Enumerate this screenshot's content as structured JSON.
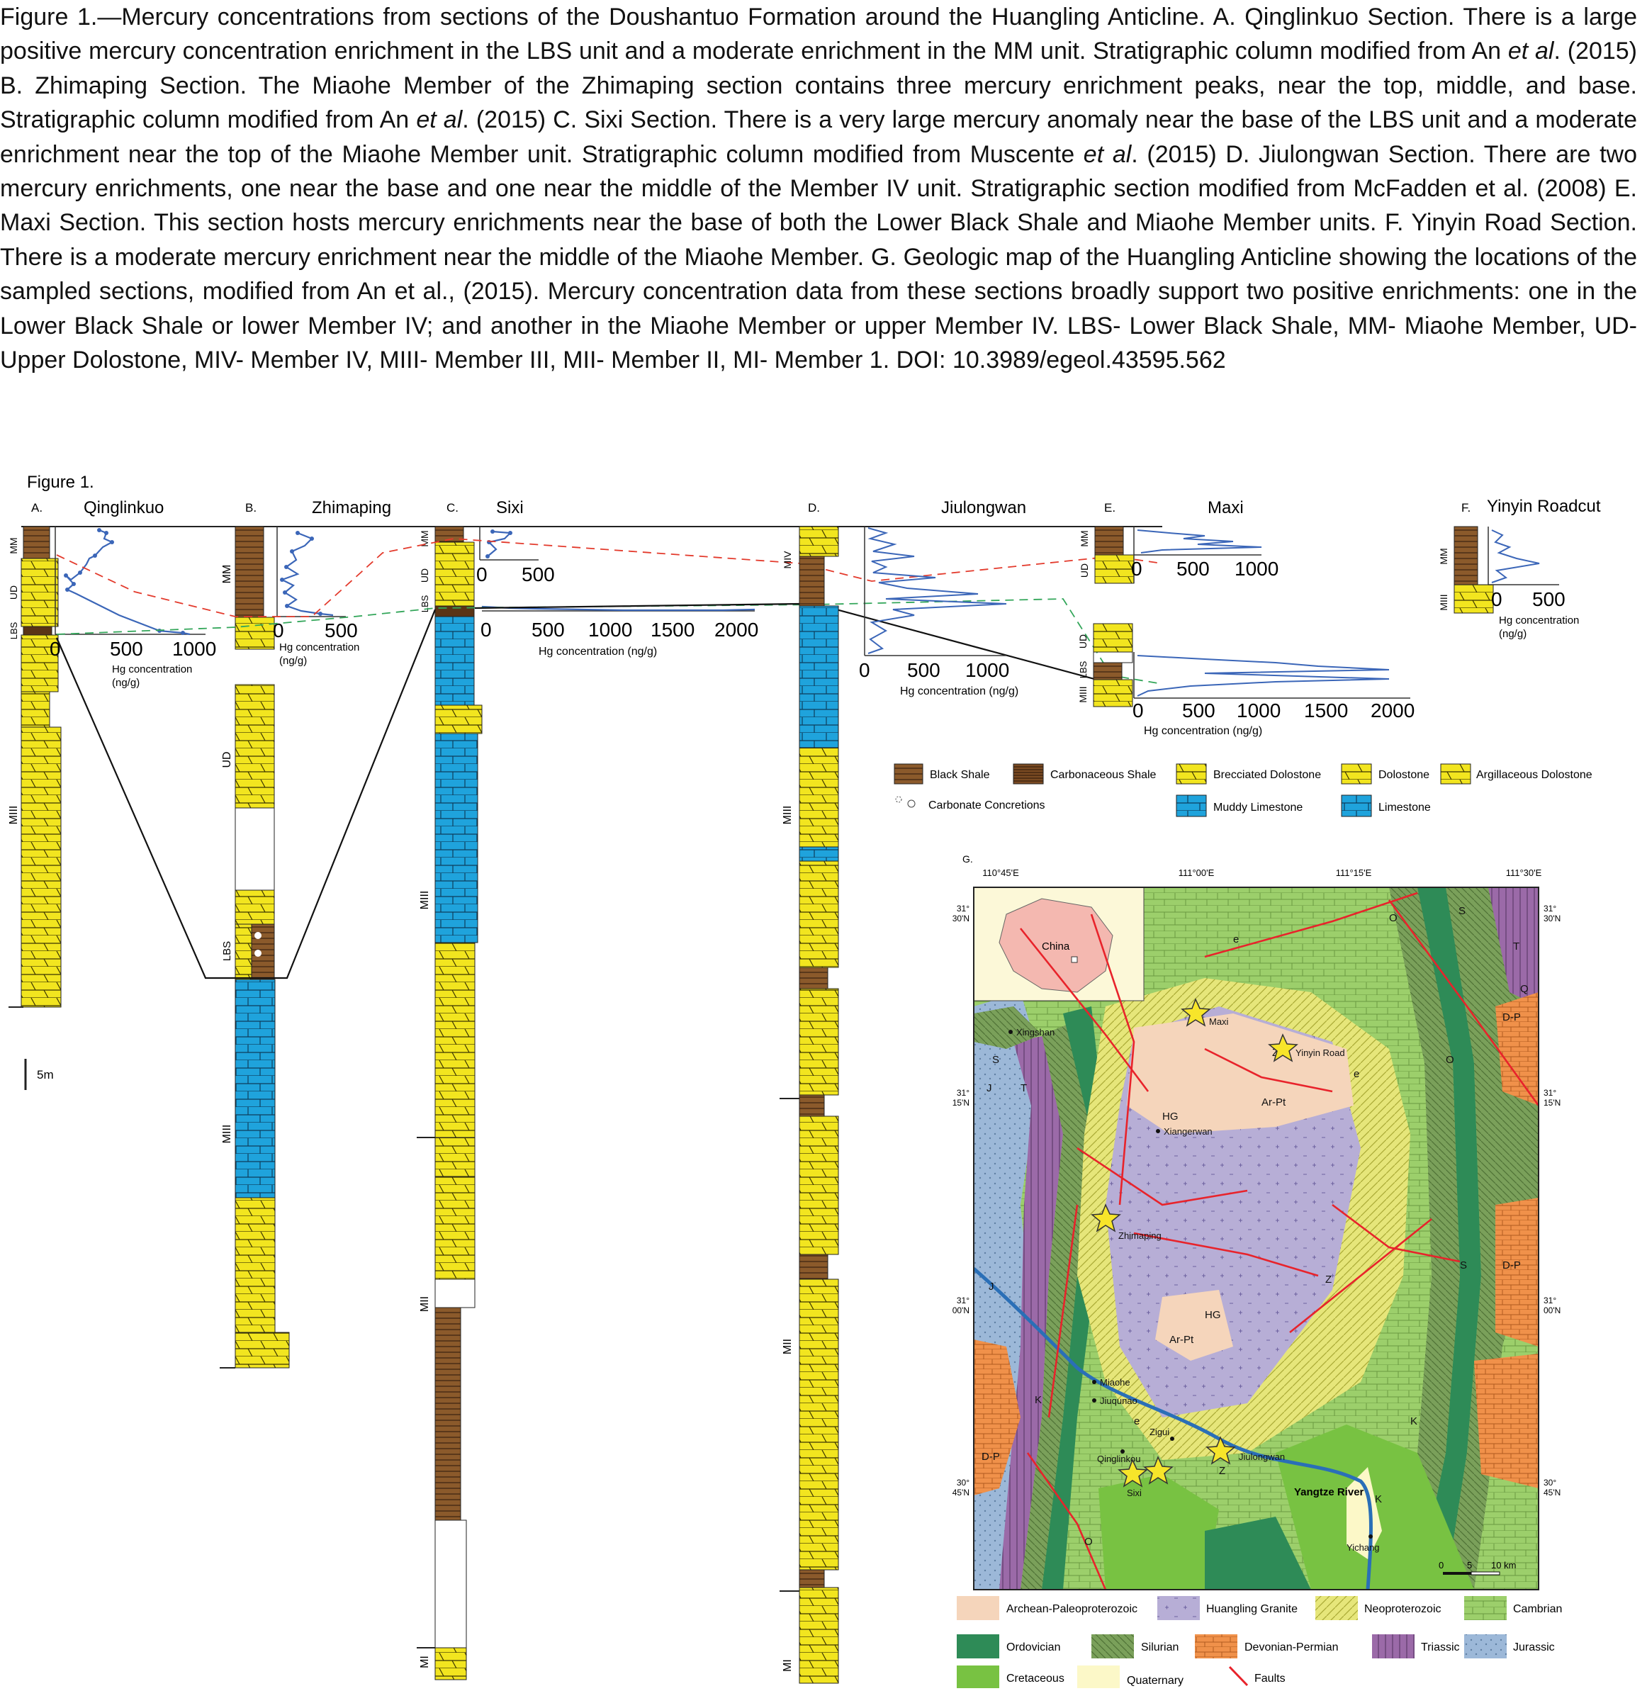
{
  "caption": {
    "parts": [
      {
        "text": "Figure 1.—Mercury concentrations from sections of the Doushantuo Formation around the Huangling Anticline. A. Qinglinkuo Section. There is a large positive mercury concentration enrichment in the LBS unit and a moderate enrichment in the MM unit. Stratigraphic column modified from An "
      },
      {
        "text": "et al",
        "italic": true
      },
      {
        "text": ". (2015) B. Zhimaping Section. The Miaohe Member of the Zhimaping section contains three mercury enrichment peaks, near the top, middle, and base. Stratigraphic column modified from An "
      },
      {
        "text": "et al",
        "italic": true
      },
      {
        "text": ". (2015) C. Sixi Section. There is a very large mercury anomaly near the base of the LBS unit and a moderate enrichment near the top of the Miaohe Member unit. Stratigraphic column modified from Muscente "
      },
      {
        "text": "et al",
        "italic": true
      },
      {
        "text": ". (2015) D. Jiulongwan Section. There are two mercury enrichments, one near the base and one near the middle of the Member IV unit. Stratigraphic section modified from McFadden et al. (2008) E. Maxi Section. This section hosts mercury enrichments near the base of both the Lower Black Shale and Miaohe Member units. F. Yinyin Road Section. There is a moderate mercury enrichment near the middle of the Miaohe Member. G. Geologic map of the Huangling Anticline showing the locations of the sampled sections, modified from An et al., (2015). Mercury concentration data from these sections broadly support two positive enrichments: one in the Lower Black Shale or lower Member IV; and another in the Miaohe Member or upper Member IV. LBS- Lower Black Shale, MM- Miaohe Member, UD- Upper Dolostone, MIV- Member IV, MIII- Member III, MII- Member II, MI- Member 1. DOI: 10.3989/egeol.43595.562"
      }
    ]
  },
  "figure": {
    "title": "Figure 1.",
    "hg_axis_label": "Hg concentration",
    "hg_axis_unit": "(ng/g)",
    "hg_axis_label_full": "Hg concentration (ng/g)",
    "scale_bar": "5m",
    "sections": {
      "A": {
        "letter": "A.",
        "name": "Qinglinkuo",
        "units": [
          "MM",
          "UD",
          "LBS",
          "MIII"
        ],
        "ticks": [
          "0",
          "500",
          "1000"
        ]
      },
      "B": {
        "letter": "B.",
        "name": "Zhimaping",
        "units": [
          "MM",
          "UD",
          "LBS",
          "MIII"
        ],
        "ticks": [
          "0",
          "500"
        ]
      },
      "C": {
        "letter": "C.",
        "name": "Sixi",
        "units": [
          "MM",
          "UD",
          "LBS",
          "MIII",
          "MII",
          "MI"
        ],
        "ticks": [
          "0",
          "500"
        ],
        "ticks_lower": [
          "0",
          "500",
          "1000",
          "1500",
          "2000"
        ]
      },
      "D": {
        "letter": "D.",
        "name": "Jiulongwan",
        "units": [
          "MIV",
          "MIII",
          "MII",
          "MI"
        ],
        "ticks": [
          "0",
          "500",
          "1000"
        ]
      },
      "E": {
        "letter": "E.",
        "name": "Maxi",
        "units": [
          "MM",
          "UD",
          "UD",
          "LBS",
          "MIII"
        ],
        "ticks": [
          "0",
          "500",
          "1000"
        ],
        "ticks_lower": [
          "0",
          "500",
          "1000",
          "1500",
          "2000"
        ]
      },
      "F": {
        "letter": "F.",
        "name": "Yinyin Roadcut",
        "units": [
          "MM",
          "MIII"
        ],
        "ticks": [
          "0",
          "500"
        ]
      }
    },
    "legend": {
      "items": [
        "Black Shale",
        "Carbonaceous Shale",
        "Brecciated Dolostone",
        "Dolostone",
        "Argillaceous Dolostone",
        "Carbonate Concretions",
        "Muddy Limestone",
        "Limestone"
      ],
      "colors": {
        "black_shale": "#8b5a2b",
        "dolostone": "#f2e51f",
        "limestone": "#1fa3dc"
      }
    },
    "map": {
      "panel": "G.",
      "lon_labels": [
        "110°45'E",
        "111°00'E",
        "111°15'E",
        "111°30'E"
      ],
      "lat_labels": [
        [
          "31°",
          "30'N"
        ],
        [
          "31°",
          "15'N"
        ],
        [
          "31°",
          "00'N"
        ],
        [
          "30°",
          "45'N"
        ]
      ],
      "inset": "China",
      "places": [
        "Xingshan",
        "Xiangerwan",
        "Miaohe",
        "Jiuqunao",
        "Zigui",
        "Qinglinkou",
        "Yichang"
      ],
      "sites": [
        "Maxi",
        "Yinyin Road",
        "Zhimaping",
        "Jiulongwan",
        "Sixi"
      ],
      "river": "Yangtze River",
      "unit_labels": [
        "HG",
        "Ar-Pt",
        "Z",
        "e",
        "O",
        "S",
        "D-P",
        "T",
        "J",
        "K",
        "Q"
      ],
      "scale": [
        "0",
        "5",
        "10 km"
      ],
      "legend": [
        "Archean-Paleoproterozoic",
        "Huangling Granite",
        "Neoproterozoic",
        "Cambrian",
        "Ordovician",
        "Silurian",
        "Devonian-Permian",
        "Triassic",
        "Jurassic",
        "Cretaceous",
        "Quaternary",
        "Faults"
      ],
      "colors": {
        "archean": "#f5d5bb",
        "granite": "#b7aed6",
        "neoproterozoic": "#e6e67a",
        "cambrian": "#9ccf6b",
        "ordovician": "#2e8b57",
        "silurian": "#7aa05a",
        "devonian_permian": "#f0914a",
        "triassic": "#9b6aa8",
        "jurassic": "#9cb8d8",
        "cretaceous": "#78c242",
        "quaternary": "#fcf8c8",
        "faults": "#e8232b"
      }
    }
  }
}
